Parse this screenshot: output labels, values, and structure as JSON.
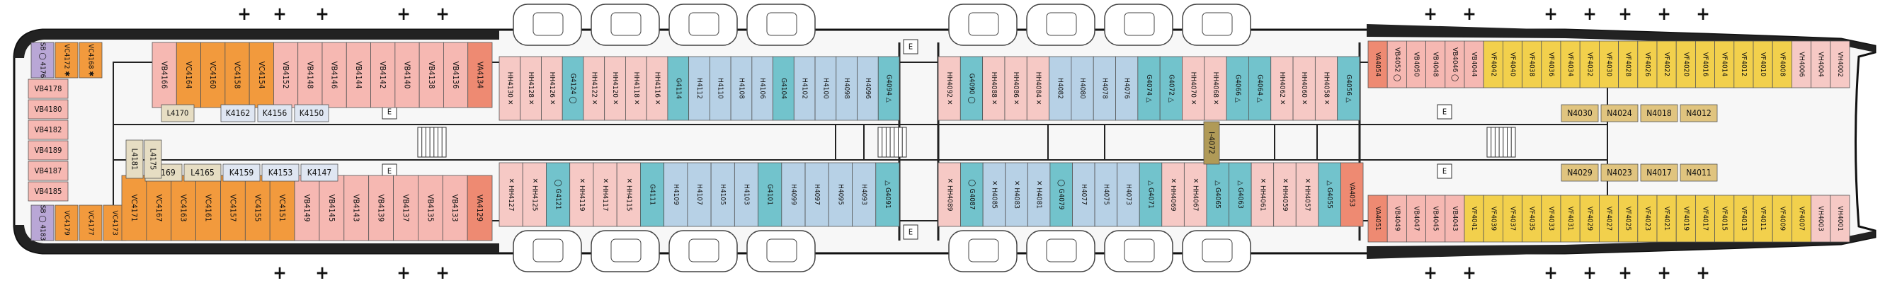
{
  "colors": {
    "VC": "#f29a3d",
    "VF": "#f2d04c",
    "SB": "#b9a7d6",
    "VB": "#f6b8b2",
    "VA": "#ee8a72",
    "HH": "#f6c9c5",
    "H": "#b7d1e6",
    "G": "#72c3cc",
    "N": "#e0c47f",
    "L": "#e6ddc3",
    "K": "#dfe6f2",
    "T": "#b09a57"
  },
  "cabins": {
    "stern_top": [
      {
        "label": "SB ◯ 4176",
        "cat": "SB"
      },
      {
        "label": "VC4172 ✱",
        "cat": "VC"
      },
      {
        "label": "VC4168 ✱",
        "cat": "VC"
      }
    ],
    "stern_bottom": [
      {
        "label": "SB ◯ 4183",
        "cat": "SB"
      },
      {
        "label": "VC4179",
        "cat": "VC"
      },
      {
        "label": "VC4177",
        "cat": "VC"
      },
      {
        "label": "VC4173",
        "cat": "VC"
      }
    ],
    "stern_left": [
      {
        "label": "VB4178",
        "cat": "VB"
      },
      {
        "label": "VB4180",
        "cat": "VB"
      },
      {
        "label": "VB4182",
        "cat": "VB"
      },
      {
        "label": "VB4189",
        "cat": "VB"
      },
      {
        "label": "VB4187",
        "cat": "VB"
      },
      {
        "label": "VB4185",
        "cat": "VB"
      }
    ],
    "aft_top": [
      {
        "label": "VB4166",
        "cat": "VB"
      },
      {
        "label": "VC4164",
        "cat": "VC"
      },
      {
        "label": "VC4160",
        "cat": "VC"
      },
      {
        "label": "VC4158",
        "cat": "VC"
      },
      {
        "label": "VC4154",
        "cat": "VC"
      },
      {
        "label": "VB4152",
        "cat": "VB"
      },
      {
        "label": "VB4148",
        "cat": "VB"
      },
      {
        "label": "VB4146",
        "cat": "VB"
      },
      {
        "label": "VB4144",
        "cat": "VB"
      },
      {
        "label": "VB4142",
        "cat": "VB"
      },
      {
        "label": "VB4140",
        "cat": "VB"
      },
      {
        "label": "VB4138",
        "cat": "VB"
      },
      {
        "label": "VB4136",
        "cat": "VB"
      },
      {
        "label": "VA4134",
        "cat": "VA"
      }
    ],
    "aft_bottom": [
      {
        "label": "VC4171",
        "cat": "VC"
      },
      {
        "label": "VC4167",
        "cat": "VC"
      },
      {
        "label": "VC4163",
        "cat": "VC"
      },
      {
        "label": "VC4161",
        "cat": "VC"
      },
      {
        "label": "VC4157",
        "cat": "VC"
      },
      {
        "label": "VC4155",
        "cat": "VC"
      },
      {
        "label": "VC4151",
        "cat": "VC"
      },
      {
        "label": "VB4149",
        "cat": "VB"
      },
      {
        "label": "VB4145",
        "cat": "VB"
      },
      {
        "label": "VB4143",
        "cat": "VB"
      },
      {
        "label": "VB4139",
        "cat": "VB"
      },
      {
        "label": "VB4137",
        "cat": "VB"
      },
      {
        "label": "VB4135",
        "cat": "VB"
      },
      {
        "label": "VB4133",
        "cat": "VB"
      },
      {
        "label": "VA4129",
        "cat": "VA"
      }
    ],
    "mid1_top": [
      {
        "label": "HH4130 ✕",
        "cat": "HH"
      },
      {
        "label": "HH4128 ✕",
        "cat": "HH"
      },
      {
        "label": "HH4126 ✕",
        "cat": "HH"
      },
      {
        "label": "G4124 ◯",
        "cat": "G"
      },
      {
        "label": "HH4122 ✕",
        "cat": "HH"
      },
      {
        "label": "HH4120 ✕",
        "cat": "HH"
      },
      {
        "label": "HH4118 ✕",
        "cat": "HH"
      },
      {
        "label": "HH4116 ✕",
        "cat": "HH"
      },
      {
        "label": "G4114",
        "cat": "G"
      },
      {
        "label": "H4112",
        "cat": "H"
      },
      {
        "label": "H4110",
        "cat": "H"
      },
      {
        "label": "H4108",
        "cat": "H"
      },
      {
        "label": "H4106",
        "cat": "H"
      },
      {
        "label": "G4104",
        "cat": "G"
      },
      {
        "label": "H4102",
        "cat": "H"
      },
      {
        "label": "H4100",
        "cat": "H"
      },
      {
        "label": "H4098",
        "cat": "H"
      },
      {
        "label": "H4096",
        "cat": "H"
      },
      {
        "label": "G4094 △",
        "cat": "G"
      }
    ],
    "mid1_bottom": [
      {
        "label": "✕ HH4127",
        "cat": "HH"
      },
      {
        "label": "✕ HH4125",
        "cat": "HH"
      },
      {
        "label": "◯ G4121",
        "cat": "G"
      },
      {
        "label": "✕ HH4119",
        "cat": "HH"
      },
      {
        "label": "✕ HH4117",
        "cat": "HH"
      },
      {
        "label": "✕ HH4115",
        "cat": "HH"
      },
      {
        "label": "G4111",
        "cat": "G"
      },
      {
        "label": "H4109",
        "cat": "H"
      },
      {
        "label": "H4107",
        "cat": "H"
      },
      {
        "label": "H4105",
        "cat": "H"
      },
      {
        "label": "H4103",
        "cat": "H"
      },
      {
        "label": "G4101",
        "cat": "G"
      },
      {
        "label": "H4099",
        "cat": "H"
      },
      {
        "label": "H4097",
        "cat": "H"
      },
      {
        "label": "H4095",
        "cat": "H"
      },
      {
        "label": "H4093",
        "cat": "H"
      },
      {
        "label": "△ G4091",
        "cat": "G"
      }
    ],
    "mid2_top": [
      {
        "label": "HH4092 ✕",
        "cat": "HH"
      },
      {
        "label": "G4090 ◯",
        "cat": "G"
      },
      {
        "label": "HH4088 ✕",
        "cat": "HH"
      },
      {
        "label": "HH4086 ✕",
        "cat": "HH"
      },
      {
        "label": "HH4084 ✕",
        "cat": "HH"
      },
      {
        "label": "H4082",
        "cat": "H"
      },
      {
        "label": "H4080",
        "cat": "H"
      },
      {
        "label": "H4078",
        "cat": "H"
      },
      {
        "label": "H4076",
        "cat": "H"
      },
      {
        "label": "G4074 △",
        "cat": "G"
      },
      {
        "label": "G4072 △",
        "cat": "G"
      },
      {
        "label": "HH4070 ✕",
        "cat": "HH"
      },
      {
        "label": "HH4068 ✕",
        "cat": "HH"
      },
      {
        "label": "G4066 △",
        "cat": "G"
      },
      {
        "label": "G4064 △",
        "cat": "G"
      },
      {
        "label": "HH4062 ✕",
        "cat": "HH"
      },
      {
        "label": "HH4060 ✕",
        "cat": "HH"
      },
      {
        "label": "HH4058 ✕",
        "cat": "HH"
      },
      {
        "label": "G4056 △",
        "cat": "G"
      }
    ],
    "mid2_bottom": [
      {
        "label": "✕ HH4089",
        "cat": "HH"
      },
      {
        "label": "◯ G4087",
        "cat": "G"
      },
      {
        "label": "✕ H4085",
        "cat": "H"
      },
      {
        "label": "✕ H4083",
        "cat": "H"
      },
      {
        "label": "✕ H4081",
        "cat": "H"
      },
      {
        "label": "◯ G4079",
        "cat": "G"
      },
      {
        "label": "H4077",
        "cat": "H"
      },
      {
        "label": "H4075",
        "cat": "H"
      },
      {
        "label": "H4073",
        "cat": "H"
      },
      {
        "label": "△ G4071",
        "cat": "G"
      },
      {
        "label": "✕ HH4069",
        "cat": "HH"
      },
      {
        "label": "✕ HH4067",
        "cat": "HH"
      },
      {
        "label": "△ G4065",
        "cat": "G"
      },
      {
        "label": "△ G4063",
        "cat": "G"
      },
      {
        "label": "✕ HH4061",
        "cat": "HH"
      },
      {
        "label": "✕ HH4059",
        "cat": "HH"
      },
      {
        "label": "✕ HH4057",
        "cat": "HH"
      },
      {
        "label": "△ G4055",
        "cat": "G"
      },
      {
        "label": "VA4053",
        "cat": "VA"
      }
    ],
    "fwd_top": [
      {
        "label": "VA4054",
        "cat": "VA"
      },
      {
        "label": "VB4052 ◯",
        "cat": "VB"
      },
      {
        "label": "VB4050",
        "cat": "VB"
      },
      {
        "label": "VB4048",
        "cat": "VB"
      },
      {
        "label": "VB4046 ◯",
        "cat": "VB"
      },
      {
        "label": "VB4044",
        "cat": "VB"
      },
      {
        "label": "VF4042",
        "cat": "VF"
      },
      {
        "label": "VF4040",
        "cat": "VF"
      },
      {
        "label": "VF4038",
        "cat": "VF"
      },
      {
        "label": "VF4036",
        "cat": "VF"
      },
      {
        "label": "VF4034",
        "cat": "VF"
      },
      {
        "label": "VF4032",
        "cat": "VF"
      },
      {
        "label": "VF4030",
        "cat": "VF"
      },
      {
        "label": "VF4028",
        "cat": "VF"
      },
      {
        "label": "VF4026",
        "cat": "VF"
      },
      {
        "label": "VF4022",
        "cat": "VF"
      },
      {
        "label": "VF4020",
        "cat": "VF"
      },
      {
        "label": "VF4016",
        "cat": "VF"
      },
      {
        "label": "VF4014",
        "cat": "VF"
      },
      {
        "label": "VF4012",
        "cat": "VF"
      },
      {
        "label": "VF4010",
        "cat": "VF"
      },
      {
        "label": "VF4008",
        "cat": "VF"
      },
      {
        "label": "VH4006",
        "cat": "HH"
      },
      {
        "label": "VH4004",
        "cat": "HH"
      },
      {
        "label": "VH4002",
        "cat": "HH"
      }
    ],
    "fwd_bottom": [
      {
        "label": "VA4051",
        "cat": "VA"
      },
      {
        "label": "VB4049",
        "cat": "VB"
      },
      {
        "label": "VB4047",
        "cat": "VB"
      },
      {
        "label": "VB4045",
        "cat": "VB"
      },
      {
        "label": "VB4043",
        "cat": "VB"
      },
      {
        "label": "VF4041",
        "cat": "VF"
      },
      {
        "label": "VF4039",
        "cat": "VF"
      },
      {
        "label": "VF4037",
        "cat": "VF"
      },
      {
        "label": "VF4035",
        "cat": "VF"
      },
      {
        "label": "VF4033",
        "cat": "VF"
      },
      {
        "label": "VF4031",
        "cat": "VF"
      },
      {
        "label": "VF4029",
        "cat": "VF"
      },
      {
        "label": "VF4027",
        "cat": "VF"
      },
      {
        "label": "VF4025",
        "cat": "VF"
      },
      {
        "label": "VF4023",
        "cat": "VF"
      },
      {
        "label": "VF4021",
        "cat": "VF"
      },
      {
        "label": "VF4019",
        "cat": "VF"
      },
      {
        "label": "VF4017",
        "cat": "VF"
      },
      {
        "label": "VF4015",
        "cat": "VF"
      },
      {
        "label": "VF4013",
        "cat": "VF"
      },
      {
        "label": "VF4011",
        "cat": "VF"
      },
      {
        "label": "VF4009",
        "cat": "VF"
      },
      {
        "label": "VF4007",
        "cat": "VF"
      },
      {
        "label": "VH4003",
        "cat": "HH"
      },
      {
        "label": "VH4001",
        "cat": "HH"
      }
    ],
    "interior_k_top": [
      {
        "label": "K4162",
        "cat": "K"
      },
      {
        "label": "K4156",
        "cat": "K"
      },
      {
        "label": "K4150",
        "cat": "K"
      }
    ],
    "interior_k_bottom": [
      {
        "label": "L4169",
        "cat": "L"
      },
      {
        "label": "L4165",
        "cat": "L"
      },
      {
        "label": "K4159",
        "cat": "K"
      },
      {
        "label": "K4153",
        "cat": "K"
      },
      {
        "label": "K4147",
        "cat": "K"
      }
    ],
    "interior_l_misc": [
      {
        "label": "L4170",
        "cat": "L"
      },
      {
        "label": "L4181",
        "cat": "L"
      },
      {
        "label": "L4175",
        "cat": "L"
      }
    ],
    "interior_n_top": [
      {
        "label": "N4030",
        "cat": "N"
      },
      {
        "label": "N4024",
        "cat": "N"
      },
      {
        "label": "N4018",
        "cat": "N"
      },
      {
        "label": "N4012",
        "cat": "N"
      }
    ],
    "interior_n_bottom": [
      {
        "label": "N4029",
        "cat": "N"
      },
      {
        "label": "N4023",
        "cat": "N"
      },
      {
        "label": "N4017",
        "cat": "N"
      },
      {
        "label": "N4011",
        "cat": "N"
      }
    ],
    "special": [
      {
        "label": "I-4072",
        "cat": "T"
      }
    ]
  },
  "symbols": {
    "plus": "+",
    "elevator": "E"
  }
}
